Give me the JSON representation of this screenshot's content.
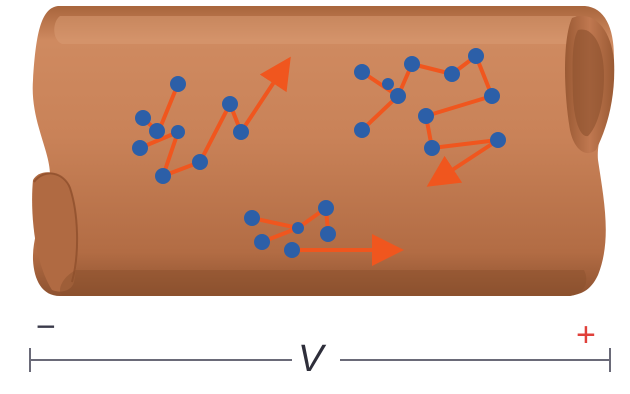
{
  "labels": {
    "negative_terminal": "−",
    "positive_terminal": "+",
    "voltage": "V"
  },
  "colors": {
    "wire_body": "#c87e55",
    "wire_shadow": "#9a5a34",
    "wire_highlight": "#dfa07a",
    "wire_end_face": "#b06a42",
    "electron": "#2c5fa8",
    "path_arrow": "#f0561e",
    "positive_sign": "#e0403a",
    "negative_sign": "#3a3a4a",
    "dimension_line": "#6a6a78"
  },
  "electron_cluster_count": 3,
  "electrons_per_cluster": [
    9,
    11,
    6
  ]
}
